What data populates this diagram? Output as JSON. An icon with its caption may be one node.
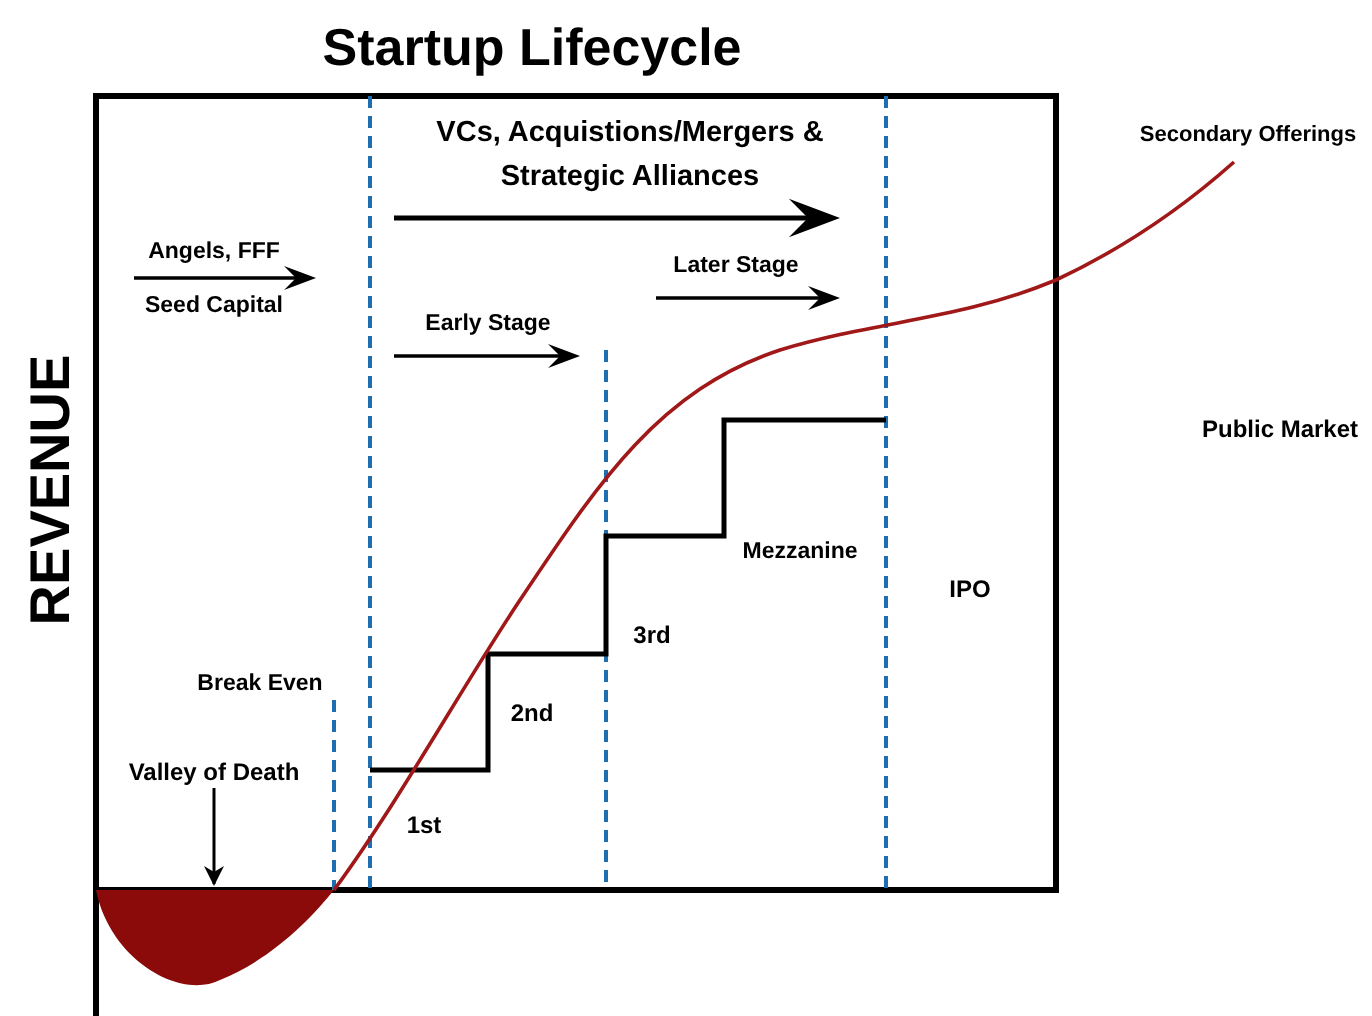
{
  "diagram": {
    "title": "Startup Lifecycle",
    "nodes": [
      {
        "text": [
          "Valley of Death"
        ]
      },
      {
        "text": [],
        "shape": "area"
      }
    ],
    "edges": [
      {
        "from": 0,
        "to": 1,
        "arrow": "to"
      }
    ],
    "labels": [
      "VCs, Acquistions/Mergers & Strategic Alliances",
      "Secondary Offerings",
      "Angels, FFF",
      "Later Stage",
      "Seed Capital",
      "Early Stage",
      "Public Market",
      "REVENUE",
      "Mezzanine",
      "IPO",
      "3rd",
      "Break Even",
      "2nd",
      "1st"
    ]
  }
}
